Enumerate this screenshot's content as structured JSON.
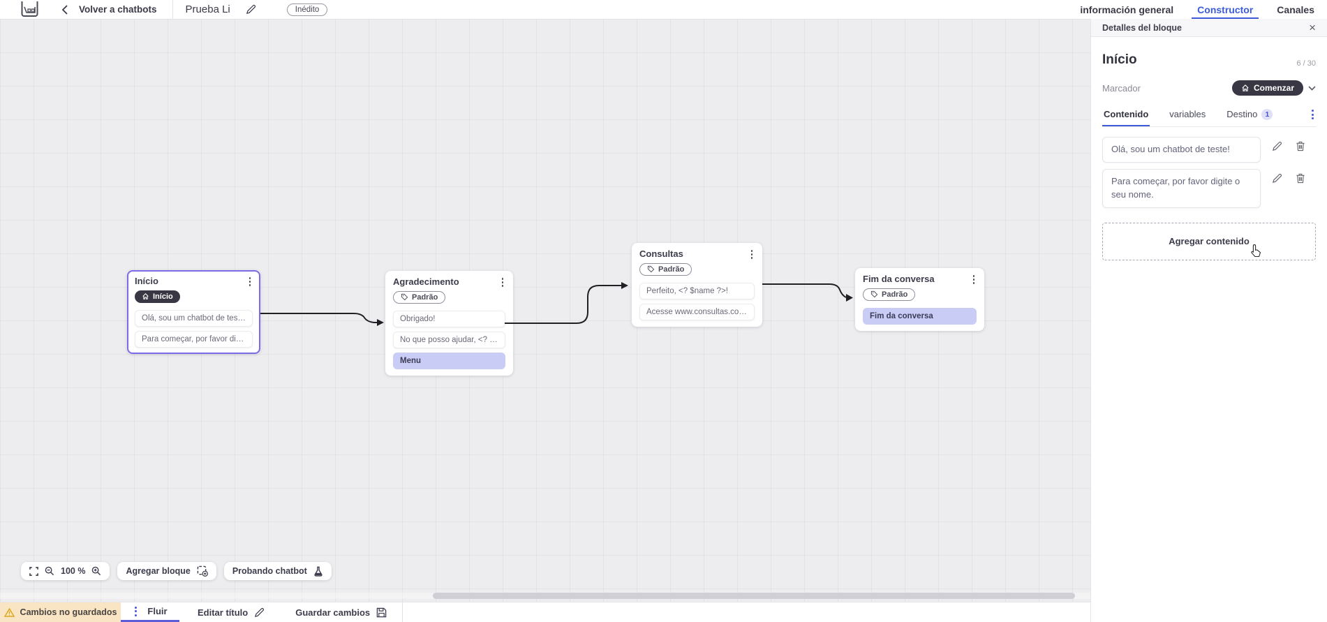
{
  "topbar": {
    "back_label": "Volver a chatbots",
    "title": "Prueba Li",
    "status_badge": "Inédito",
    "tabs": [
      {
        "label": "información general",
        "active": false
      },
      {
        "label": "Constructor",
        "active": true
      },
      {
        "label": "Canales",
        "active": false
      }
    ]
  },
  "panel": {
    "header": "Detalles del bloque",
    "close_icon": "×",
    "block_title": "Início",
    "counter": "6 / 30",
    "marker_label": "Marcador",
    "marker_value": "Comenzar",
    "tabs": [
      {
        "label": "Contenido",
        "active": true
      },
      {
        "label": "variables",
        "active": false
      },
      {
        "label": "Destino",
        "active": false,
        "badge": "1"
      }
    ],
    "contents": [
      "Olá, sou um chatbot de teste!",
      "Para começar, por favor digite o seu nome."
    ],
    "add_content_label": "Agregar contenido"
  },
  "canvas": {
    "zoom_level": "100 %",
    "add_block_label": "Agregar bloque",
    "test_chatbot_label": "Probando chatbot",
    "nodes": [
      {
        "title": "Início",
        "selected": true,
        "start_badge": "Início",
        "items": [
          {
            "text": "Olá, sou um chatbot de teste!",
            "type": "message"
          },
          {
            "text": "Para começar, por favor digite o ...",
            "type": "message"
          }
        ]
      },
      {
        "title": "Agradecimento",
        "tag": "Padrão",
        "items": [
          {
            "text": "Obrigado!",
            "type": "message"
          },
          {
            "text": "No que posso ajudar, <? $name ...",
            "type": "message"
          },
          {
            "text": "Menu",
            "type": "action"
          }
        ]
      },
      {
        "title": "Consultas",
        "tag": "Padrão",
        "items": [
          {
            "text": "Perfeito, <? $name ?>!",
            "type": "message"
          },
          {
            "text": "Acesse www.consultas.com par...",
            "type": "message"
          }
        ]
      },
      {
        "title": "Fim da conversa",
        "tag": "Padrão",
        "items": [
          {
            "text": "Fim da conversa",
            "type": "action"
          }
        ]
      }
    ]
  },
  "bottombar": {
    "warning": "Cambios no guardados",
    "flow_tab": "Fluir",
    "edit_title_label": "Editar título",
    "save_label": "Guardar cambios"
  },
  "colors": {
    "accent_blue": "#3b5bdb",
    "accent_purple": "#7b6ce6",
    "highlight_item": "#c9cdf5",
    "dark_pill": "#3a3745",
    "warning_bg": "#f9e5c4",
    "warning_icon": "#d9a412",
    "flow_underline": "#5c5cd9",
    "destino_badge_bg": "#dfe0f8",
    "destino_badge_text": "#4555d4"
  }
}
